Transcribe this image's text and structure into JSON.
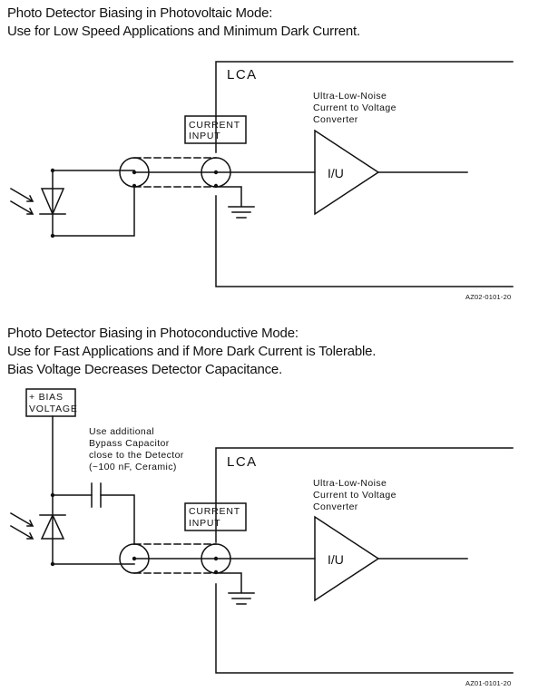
{
  "top": {
    "heading": [
      "Photo Detector Biasing in Photovoltaic Mode:",
      "Use for Low Speed Applications and Minimum Dark Current."
    ],
    "lca_label": "LCA",
    "converter_label": [
      "Ultra-Low-Noise",
      "Current to Voltage",
      "Converter"
    ],
    "current_input_label": [
      "CURRENT",
      "INPUT"
    ],
    "amp_label": "I/U",
    "figure_code": "AZ02-0101-20"
  },
  "bottom": {
    "heading": [
      "Photo Detector Biasing in Photoconductive Mode:",
      "Use for Fast Applications and if More Dark Current is Tolerable.",
      "Bias Voltage Decreases Detector Capacitance."
    ],
    "bias_label": [
      "+ BIAS",
      "VOLTAGE"
    ],
    "capacitor_note": [
      "Use additional",
      "Bypass Capacitor",
      "close to the Detector",
      "(~100 nF, Ceramic)"
    ],
    "lca_label": "LCA",
    "converter_label": [
      "Ultra-Low-Noise",
      "Current to Voltage",
      "Converter"
    ],
    "current_input_label": [
      "CURRENT",
      "INPUT"
    ],
    "amp_label": "I/U",
    "figure_code": "AZ01-0101-20"
  }
}
